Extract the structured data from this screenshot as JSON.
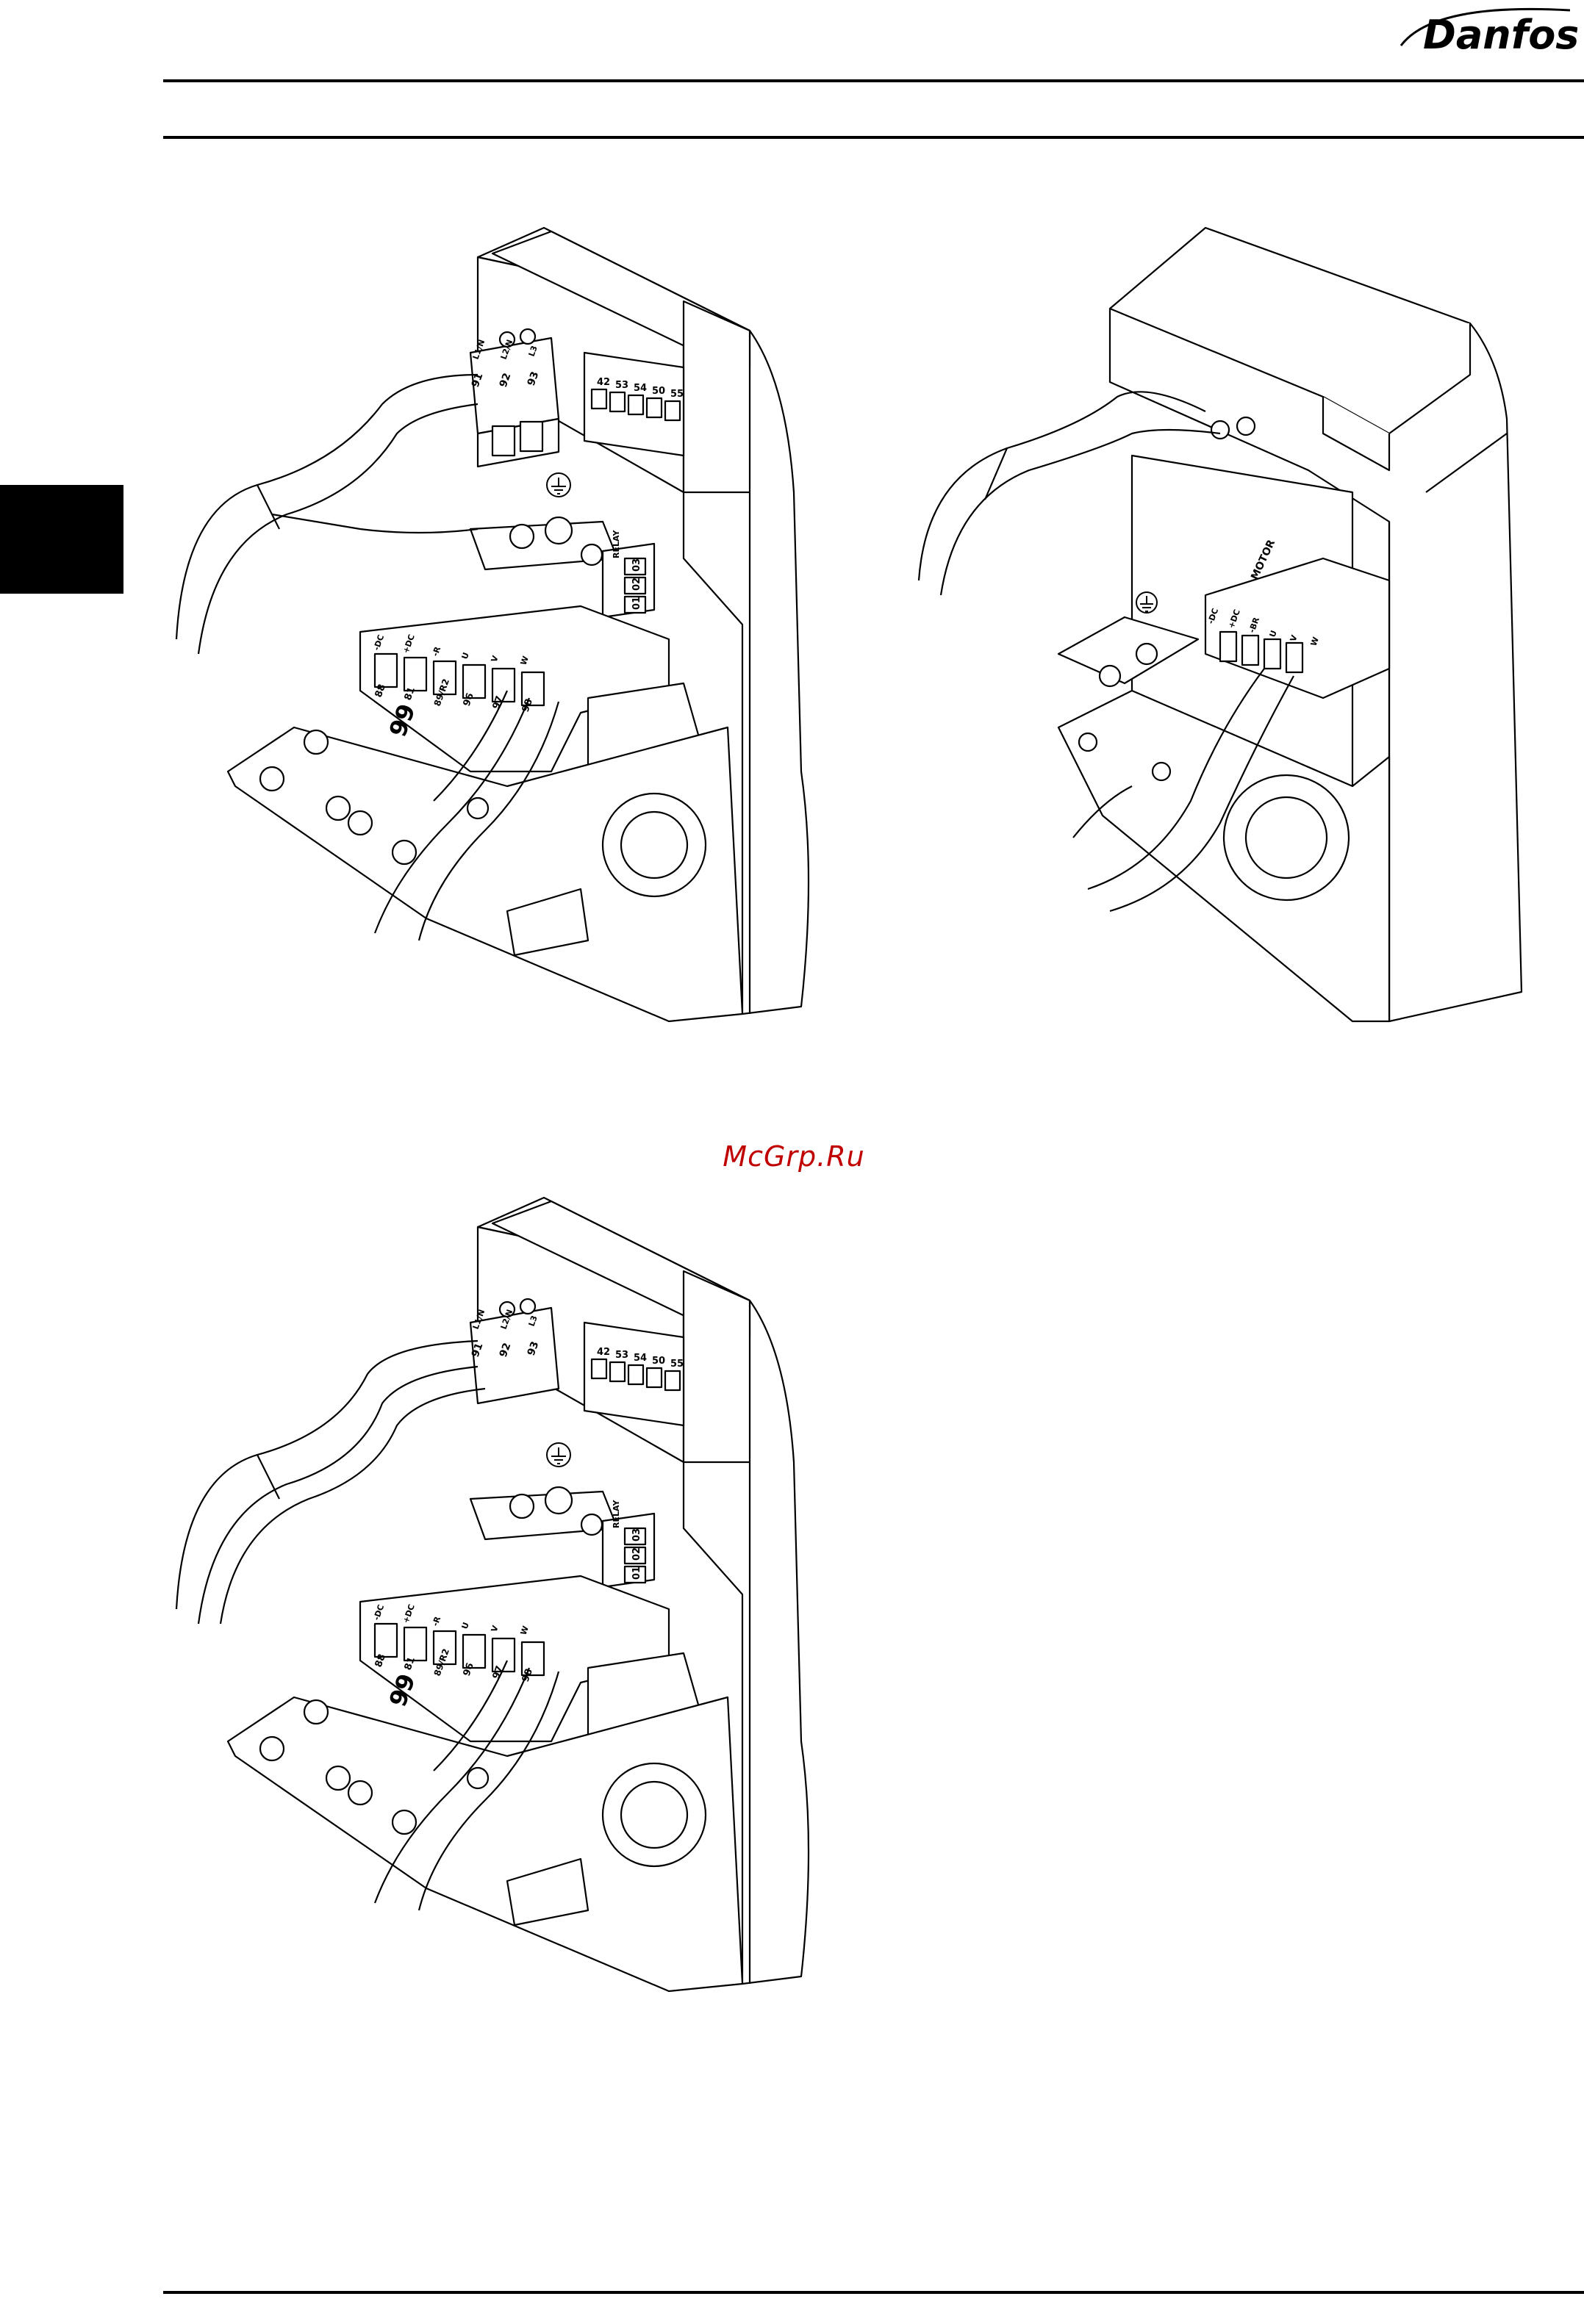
{
  "header": {
    "brand": "Danfoss"
  },
  "watermark": {
    "text": "McGrp.Ru"
  },
  "figure_a": {
    "mains_terminals": [
      "91",
      "92",
      "93"
    ],
    "mains_labels": [
      "L1/N",
      "L2/N",
      "L3"
    ],
    "motor_terminals": [
      "88",
      "81",
      "89/R2",
      "96",
      "97",
      "98"
    ],
    "motor_labels": [
      "-DC",
      "+DC",
      "-R",
      "U",
      "V",
      "W"
    ],
    "control_terminals": [
      "42",
      "53",
      "54",
      "50",
      "55"
    ],
    "relay_label": "RELAY",
    "relay_terminals": [
      "03",
      "02",
      "01"
    ],
    "ground_number": "99"
  },
  "figure_b": {
    "motor_header": "MOTOR",
    "motor_labels": [
      "-DC",
      "+DC",
      "-BR",
      "U",
      "V",
      "W"
    ]
  },
  "figure_c": {
    "mains_terminals": [
      "91",
      "92",
      "93"
    ],
    "mains_labels": [
      "L1/N",
      "L2/N",
      "L3"
    ],
    "motor_terminals": [
      "88",
      "81",
      "89/R2",
      "96",
      "97",
      "98"
    ],
    "motor_labels": [
      "-DC",
      "+DC",
      "-R",
      "U",
      "V",
      "W"
    ],
    "control_terminals": [
      "42",
      "53",
      "54",
      "50",
      "55"
    ],
    "relay_label": "RELAY",
    "relay_terminals": [
      "03",
      "02",
      "01"
    ],
    "ground_number": "99"
  }
}
